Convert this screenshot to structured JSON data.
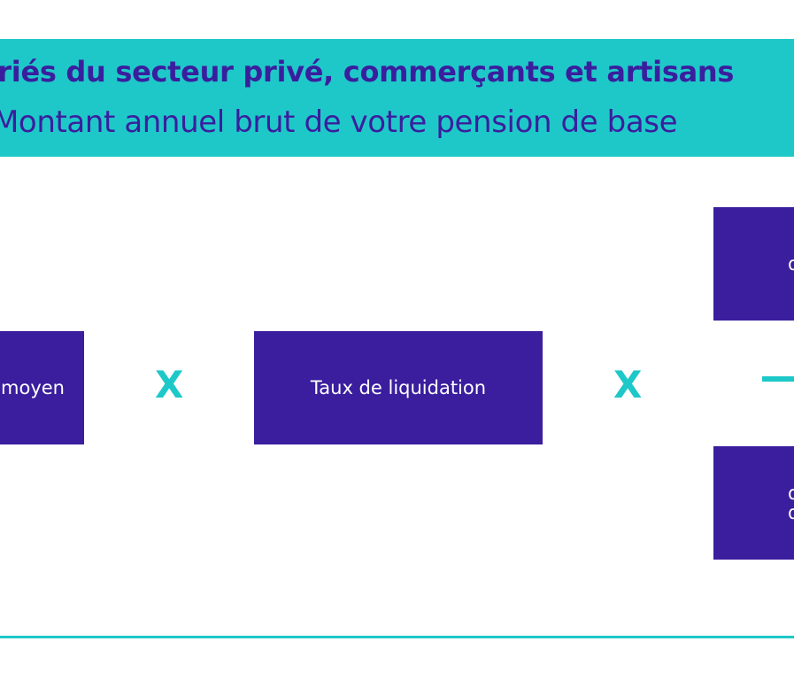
{
  "banner": {
    "title": "ariés du secteur privé, commerçants et artisans",
    "subtitle": "Montant annuel brut de votre pension de base"
  },
  "diagram": {
    "left_box": {
      "label": "moyen"
    },
    "middle_box": {
      "label": "Taux de liquidation"
    },
    "top_right_box": {
      "label": "d"
    },
    "bottom_right_box": {
      "line1": "d",
      "line2": "d"
    },
    "operator_1": "X",
    "operator_2": "X"
  },
  "colors": {
    "banner_background": "#1ec8c8",
    "box_background": "#3a1e9e",
    "accent": "#1ec8c8"
  }
}
